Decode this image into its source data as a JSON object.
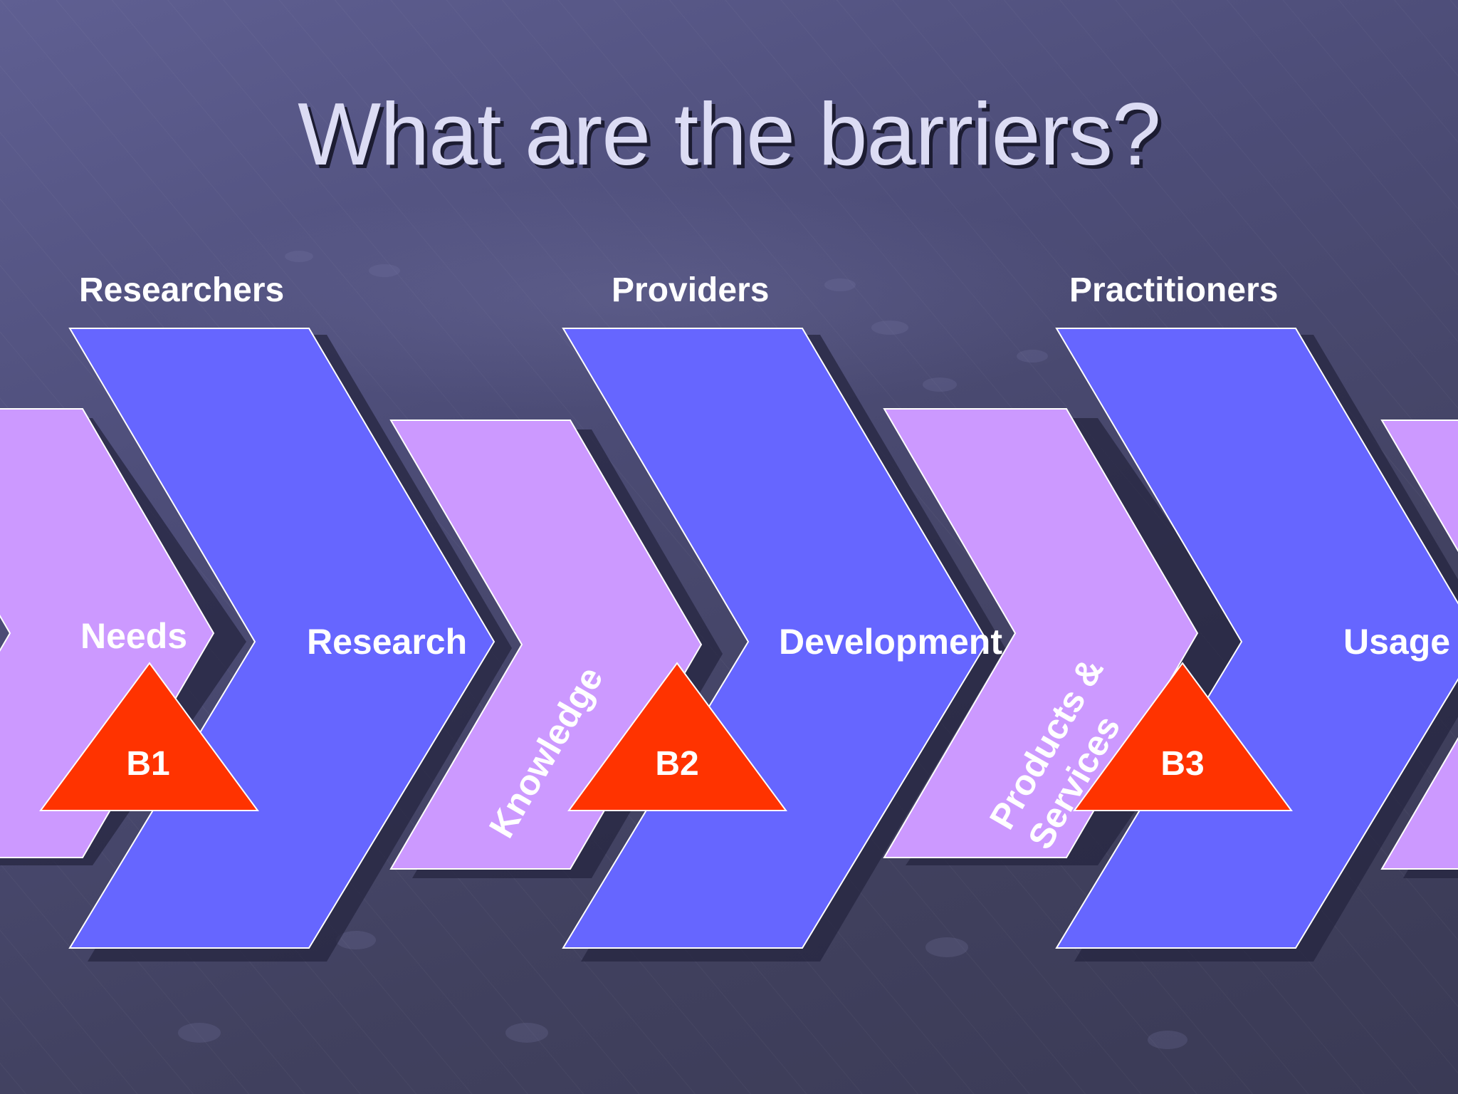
{
  "title": "What are the barriers?",
  "actors": [
    {
      "label": "Researchers"
    },
    {
      "label": "Providers"
    },
    {
      "label": "Practitioners"
    }
  ],
  "stages": {
    "needs": "Needs",
    "research": "Research",
    "knowledge": "Knowledge",
    "development": "Development",
    "products_line1": "Products &",
    "products_line2": "Services",
    "usage": "Usage"
  },
  "barriers": [
    "B1",
    "B2",
    "B3"
  ],
  "colors": {
    "background": "#4d4d78",
    "actor_chevron": "#6666ff",
    "output_chevron": "#cc99ff",
    "barrier": "#ff3300",
    "title": "#dcdcf4",
    "text": "#ffffff"
  }
}
